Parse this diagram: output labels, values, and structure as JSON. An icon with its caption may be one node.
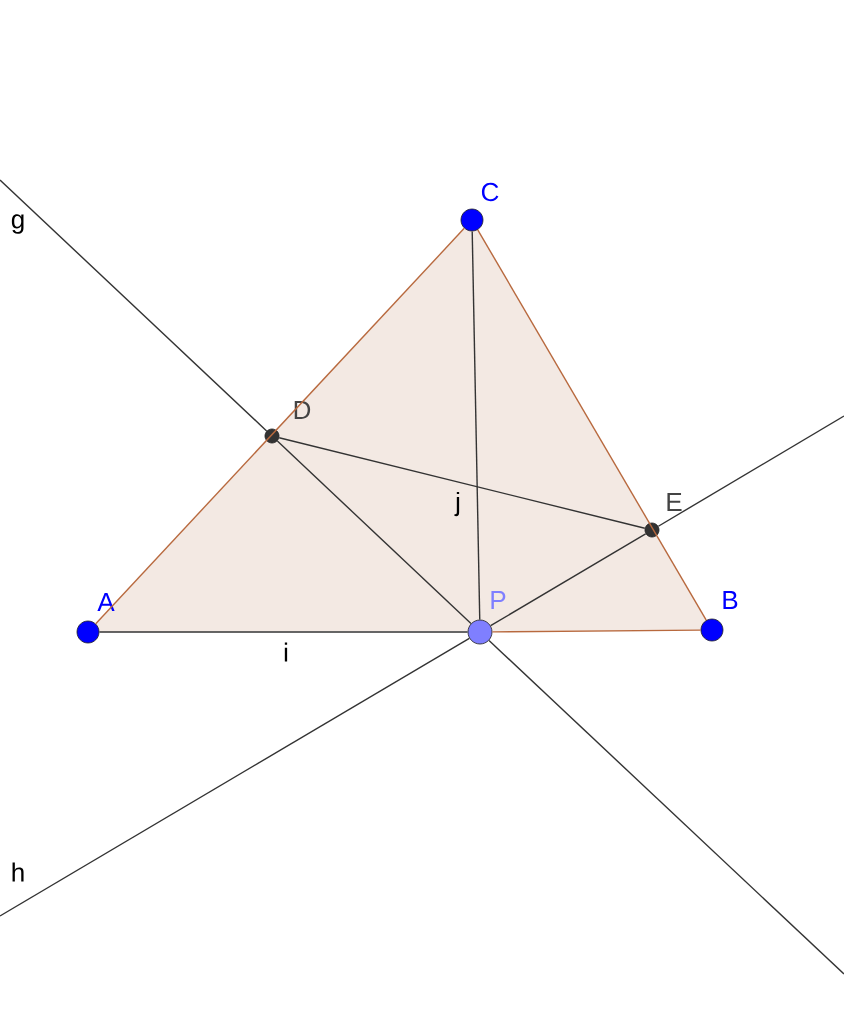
{
  "diagram": {
    "nodes": [
      {
        "text": [],
        "shape": "circle",
        "beside": [
          "A"
        ]
      },
      {
        "text": [],
        "shape": "circle",
        "beside": [
          "B"
        ]
      },
      {
        "text": [],
        "shape": "circle",
        "beside": [
          "C"
        ]
      },
      {
        "text": [],
        "shape": "circle",
        "beside": [
          "D"
        ]
      },
      {
        "text": [],
        "shape": "circle",
        "beside": [
          "E"
        ]
      },
      {
        "text": [],
        "shape": "circle",
        "beside": [
          "P"
        ]
      }
    ],
    "edges": [
      {
        "from": 0,
        "to": 2,
        "arrow": "none",
        "color": "#b8693e"
      },
      {
        "from": 2,
        "to": 1,
        "arrow": "none",
        "color": "#b8693e"
      },
      {
        "from": 1,
        "to": 5,
        "arrow": "none",
        "color": "#b8693e"
      },
      {
        "from": 0,
        "to": 5,
        "arrow": "none",
        "label": "i"
      },
      {
        "from": 2,
        "to": 5,
        "arrow": "none",
        "label": "j"
      },
      {
        "from": 3,
        "to": 4,
        "arrow": "none"
      },
      {
        "from": null,
        "to": 3,
        "arrow": "none",
        "label": "g"
      },
      {
        "from": 3,
        "to": 5,
        "arrow": "none"
      },
      {
        "from": 5,
        "to": null,
        "arrow": "none"
      },
      {
        "from": null,
        "to": 5,
        "arrow": "none",
        "label": "h"
      },
      {
        "from": 5,
        "to": 4,
        "arrow": "none"
      },
      {
        "from": 4,
        "to": null,
        "arrow": "none"
      }
    ]
  }
}
